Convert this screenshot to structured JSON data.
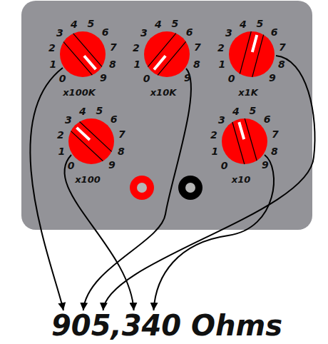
{
  "diagram": {
    "labels": [
      "0",
      "1",
      "2",
      "3",
      "4",
      "5",
      "6",
      "7",
      "8",
      "9",
      "x100K",
      "0",
      "1",
      "2",
      "3",
      "4",
      "5",
      "6",
      "7",
      "8",
      "9",
      "x10K",
      "0",
      "1",
      "2",
      "3",
      "4",
      "5",
      "6",
      "7",
      "8",
      "9",
      "x1K",
      "0",
      "1",
      "2",
      "3",
      "4",
      "5",
      "6",
      "7",
      "8",
      "9",
      "x100",
      "0",
      "1",
      "2",
      "3",
      "4",
      "5",
      "6",
      "7",
      "8",
      "9",
      "x10",
      "905,340 Ohms"
    ]
  }
}
